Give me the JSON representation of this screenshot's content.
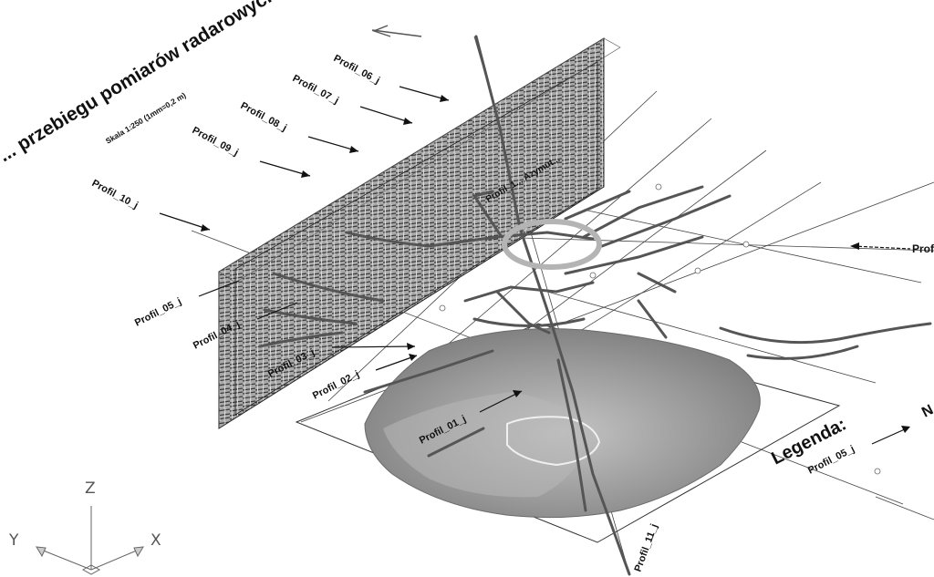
{
  "title": "... przebiegu pomiarów radarowych",
  "scale_note": "Skala 1:250 (1mm=0,2 m)",
  "profiles": {
    "p06": "Profil_06_j",
    "p07": "Profil_07_j",
    "p08": "Profil_08_j",
    "p09": "Profil_09_j",
    "p10": "Profil_10_j",
    "p05": "Profil_05_j",
    "p04": "Profil_04_j",
    "p03": "Profil_03_j",
    "p02": "Profil_02_j",
    "p01": "Profil_01_j",
    "p11": "Profil_11_j"
  },
  "right_profile": "Prof",
  "north": "N",
  "plane_label": "Profil_1... Azymut...",
  "legend": {
    "title": "Legenda:",
    "example": "Profil_05_j"
  },
  "axes": {
    "z": "Z",
    "y": "Y",
    "x": "X"
  },
  "colors": {
    "surface": "#8a8a8a",
    "radargram": "#9a9a9a",
    "ring": "#b4b4b4",
    "trace": "#555555"
  }
}
